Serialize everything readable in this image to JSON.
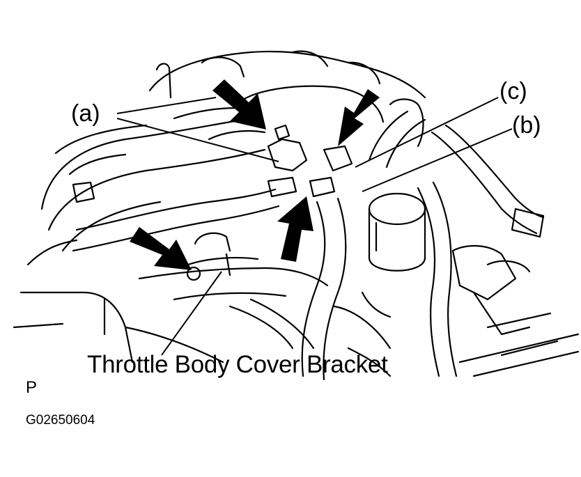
{
  "labels": {
    "a": "(a)",
    "b": "(b)",
    "c": "(c)",
    "bracket": "Throttle Body Cover Bracket",
    "view_marker": "P",
    "figure_code": "G02650604"
  },
  "colors": {
    "ink": "#000000",
    "paper": "#ffffff"
  }
}
